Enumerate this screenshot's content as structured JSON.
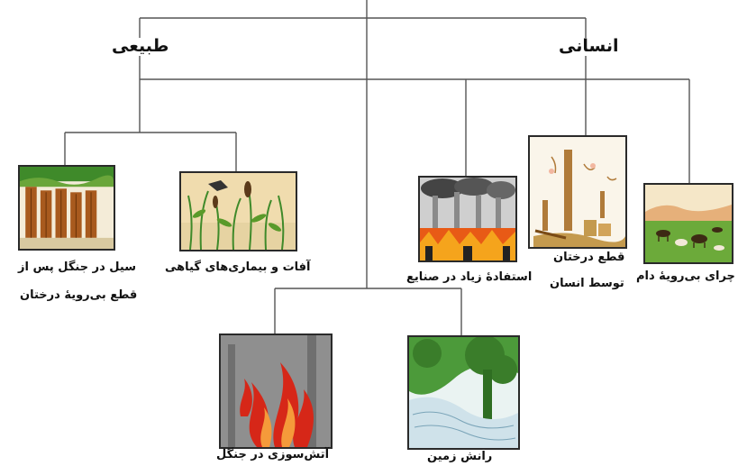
{
  "categories": {
    "natural": "طبیعی",
    "human": "انسانی"
  },
  "items": [
    {
      "line1": "سیل در جنگل پس از",
      "line2": "قطع بی‌رویهٔ درختان",
      "icon": "flood-icon"
    },
    {
      "line1": "آفات و بیماری‌های گیاهی",
      "icon": "plant-pests-icon"
    },
    {
      "line1": "استفادهٔ زیاد در صنایع",
      "icon": "factory-icon"
    },
    {
      "line1": "قطع درختان",
      "line2": "توسط انسان",
      "icon": "tree-cutting-icon"
    },
    {
      "line1": "چرای بی‌رویهٔ دام",
      "icon": "grazing-icon"
    },
    {
      "line1": "آتش‌سوزی در جنگل",
      "icon": "forest-fire-icon"
    },
    {
      "line1": "رانش زمین",
      "icon": "landslide-icon"
    }
  ],
  "colors": {
    "line": "#555555",
    "fire": "#d62718",
    "grass": "#5a9a2a"
  }
}
